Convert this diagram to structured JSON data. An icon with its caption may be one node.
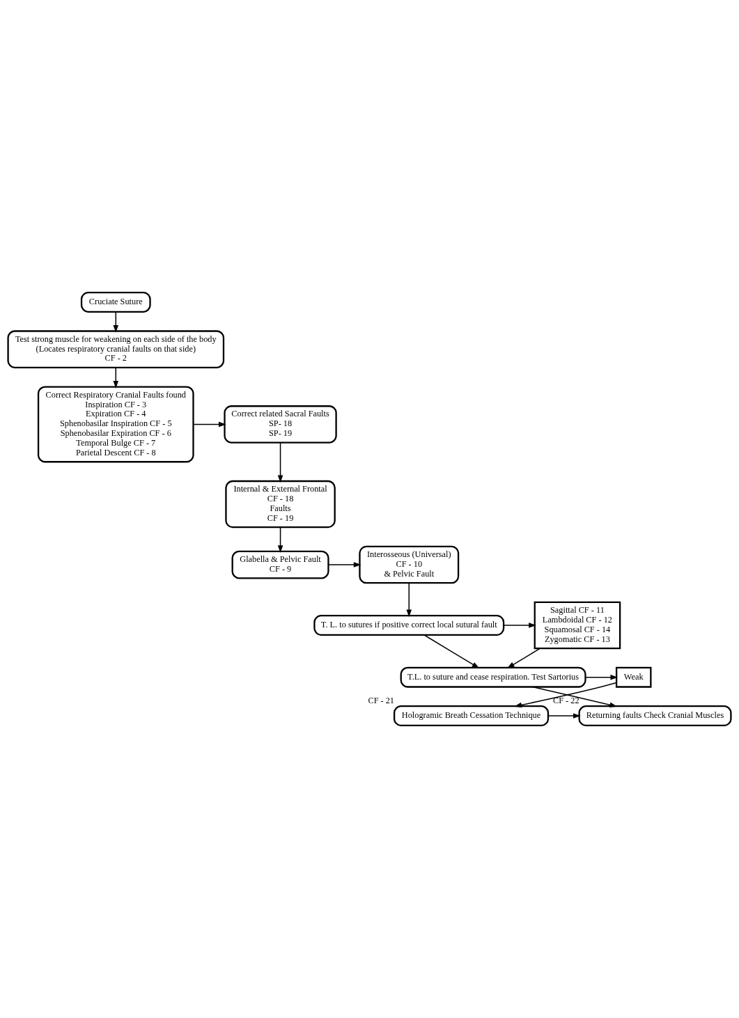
{
  "diagram": {
    "nodes": [
      {
        "text": [
          "Cruciate Suture"
        ]
      },
      {
        "text": [
          "Test strong muscle for weakening on each side of the body",
          "(Locates respiratory cranial faults on that side)",
          "CF - 2"
        ]
      },
      {
        "text": [
          "Correct Respiratory Cranial Faults found",
          "Inspiration CF - 3",
          "Expiration CF - 4",
          "Sphenobasilar Inspiration CF - 5",
          "Sphenobasilar Expiration CF - 6",
          "Temporal Bulge CF - 7",
          "Parietal Descent CF - 8"
        ]
      },
      {
        "text": [
          "Correct related Sacral Faults",
          "SP- 18",
          "SP- 19"
        ]
      },
      {
        "text": [
          "Internal & External Frontal",
          "CF - 18",
          "Faults",
          "CF - 19"
        ]
      },
      {
        "text": [
          "Glabella & Pelvic Fault",
          "CF - 9"
        ]
      },
      {
        "text": [
          "Interosseous (Universal)",
          "CF - 10",
          "& Pelvic Fault"
        ]
      },
      {
        "text": [
          "T. L. to sutures if positive correct local sutural fault"
        ]
      },
      {
        "text": [
          "Sagittal CF - 11",
          "Lambdoidal CF - 12",
          "Squamosal CF - 14",
          "Zygomatic CF - 13"
        ]
      },
      {
        "text": [
          "T.L. to suture and cease respiration. Test Sartorius"
        ]
      },
      {
        "text": [
          "Weak"
        ]
      },
      {
        "text": [
          "Returning faults Check Cranial Muscles"
        ],
        "beside": [
          "CF - 22"
        ]
      },
      {
        "text": [
          "Hologramic Breath Cessation Technique"
        ],
        "beside": [
          "CF - 21"
        ]
      }
    ],
    "edges": [
      {
        "from": 0,
        "to": 1,
        "arrow": "to"
      },
      {
        "from": 1,
        "to": 2,
        "arrow": "to"
      },
      {
        "from": 2,
        "to": 3,
        "arrow": "to"
      },
      {
        "from": 3,
        "to": 4,
        "arrow": "to"
      },
      {
        "from": 4,
        "to": 5,
        "arrow": "to"
      },
      {
        "from": 5,
        "to": 6,
        "arrow": "to"
      },
      {
        "from": 6,
        "to": 7,
        "arrow": "to"
      },
      {
        "from": 7,
        "to": 8,
        "arrow": "to"
      },
      {
        "from": 8,
        "to": 9,
        "arrow": "to"
      },
      {
        "from": 7,
        "to": 9,
        "arrow": "to"
      },
      {
        "from": 9,
        "to": 10,
        "arrow": "to"
      },
      {
        "from": 9,
        "to": 11,
        "arrow": "to"
      },
      {
        "from": 10,
        "to": 12,
        "arrow": "to"
      },
      {
        "from": 12,
        "to": 11,
        "arrow": "to"
      }
    ]
  }
}
